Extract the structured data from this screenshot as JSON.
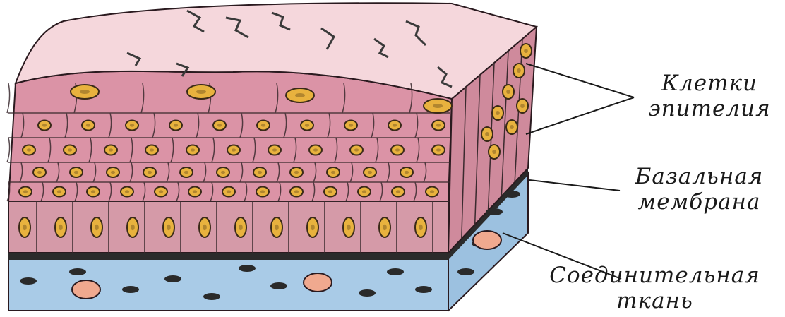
{
  "labels": {
    "epithelial_cells": {
      "line1": "Клетки",
      "line2": "эпителия"
    },
    "basal_membrane": {
      "line1": "Базальная",
      "line2": "мембрана"
    },
    "connective_tissue": {
      "line1": "Соединительная",
      "line2": "ткань"
    }
  },
  "colors": {
    "top_surface": "#f5d7dc",
    "stratum": "#db93a6",
    "basal_layer": "#d59aa8",
    "nucleus": "#e8b23e",
    "connective": "#a9cbe7",
    "membrane": "#2b2b2b",
    "blood_cell": "#f0a98f",
    "outline": "#2a1a1f"
  }
}
